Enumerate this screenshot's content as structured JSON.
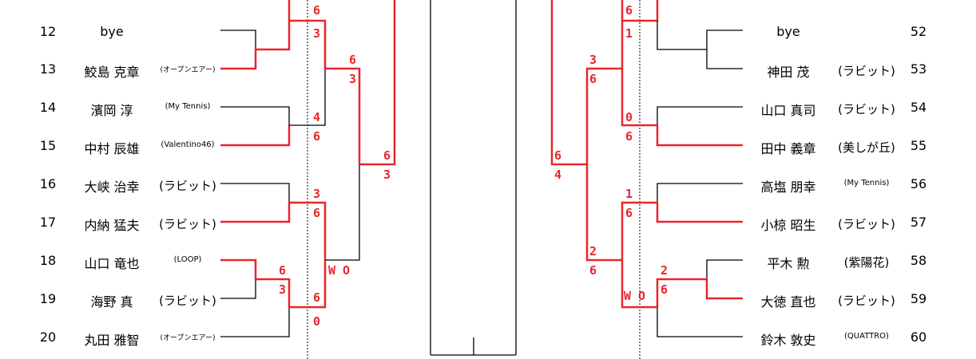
{
  "colors": {
    "win_line": "#e8262c",
    "line": "#000000",
    "score": "#e8262c"
  },
  "left_players": [
    {
      "no": "12",
      "name": "bye",
      "club": ""
    },
    {
      "no": "13",
      "name": "鮫島 克章",
      "club": "(オープンエアー)"
    },
    {
      "no": "14",
      "name": "濱岡 淳",
      "club": "(My Tennis)"
    },
    {
      "no": "15",
      "name": "中村 辰雄",
      "club": "(Valentino46)"
    },
    {
      "no": "16",
      "name": "大峡 治幸",
      "club": "(ラビット)"
    },
    {
      "no": "17",
      "name": "内納 猛夫",
      "club": "(ラビット)"
    },
    {
      "no": "18",
      "name": "山口 竜也",
      "club": "(LOOP)"
    },
    {
      "no": "19",
      "name": "海野 真",
      "club": "(ラビット)"
    },
    {
      "no": "20",
      "name": "丸田 雅智",
      "club": "(オープンエアー)"
    }
  ],
  "right_players": [
    {
      "no": "52",
      "name": "bye",
      "club": ""
    },
    {
      "no": "53",
      "name": "神田 茂",
      "club": "(ラビット)"
    },
    {
      "no": "54",
      "name": "山口 真司",
      "club": "(ラビット)"
    },
    {
      "no": "55",
      "name": "田中 義章",
      "club": "(美しが丘)"
    },
    {
      "no": "56",
      "name": "高塩 朋幸",
      "club": "(My Tennis)"
    },
    {
      "no": "57",
      "name": "小椋 昭生",
      "club": "(ラビット)"
    },
    {
      "no": "58",
      "name": "平木 勲",
      "club": "(紫陽花)"
    },
    {
      "no": "59",
      "name": "大徳 直也",
      "club": "(ラビット)"
    },
    {
      "no": "60",
      "name": "鈴木 敦史",
      "club": "(QUATTRO)"
    }
  ],
  "scores": [
    {
      "id": "l-r0-top",
      "text": "6"
    },
    {
      "id": "l-r0-bot",
      "text": "3"
    },
    {
      "id": "l-r1-top",
      "text": "6"
    },
    {
      "id": "l-r1-bot",
      "text": "3"
    },
    {
      "id": "l-m1415-top",
      "text": "4"
    },
    {
      "id": "l-m1415-bot",
      "text": "6"
    },
    {
      "id": "l-m3-top",
      "text": "6"
    },
    {
      "id": "l-m3-bot",
      "text": "3"
    },
    {
      "id": "l-m1617-top",
      "text": "3"
    },
    {
      "id": "l-m1617-bot",
      "text": "6"
    },
    {
      "id": "l-m1819-top",
      "text": "6"
    },
    {
      "id": "l-m1819-bot",
      "text": "3"
    },
    {
      "id": "l-m20-top",
      "text": "6"
    },
    {
      "id": "l-m20-bot",
      "text": "0"
    },
    {
      "id": "l-wo",
      "text": "W O"
    },
    {
      "id": "r-top-top",
      "text": "6"
    },
    {
      "id": "r-top-bot",
      "text": "1"
    },
    {
      "id": "r-m2-top",
      "text": "3"
    },
    {
      "id": "r-m2-bot",
      "text": "6"
    },
    {
      "id": "r-m5455-top",
      "text": "0"
    },
    {
      "id": "r-m5455-bot",
      "text": "6"
    },
    {
      "id": "r-big-top",
      "text": "6"
    },
    {
      "id": "r-big-bot",
      "text": "4"
    },
    {
      "id": "r-m5657-top",
      "text": "1"
    },
    {
      "id": "r-m5657-bot",
      "text": "6"
    },
    {
      "id": "r-m4-top",
      "text": "2"
    },
    {
      "id": "r-m4-bot",
      "text": "6"
    },
    {
      "id": "r-m5859-top",
      "text": "2"
    },
    {
      "id": "r-m5859-bot",
      "text": "6"
    },
    {
      "id": "r-wo",
      "text": "W O"
    }
  ]
}
